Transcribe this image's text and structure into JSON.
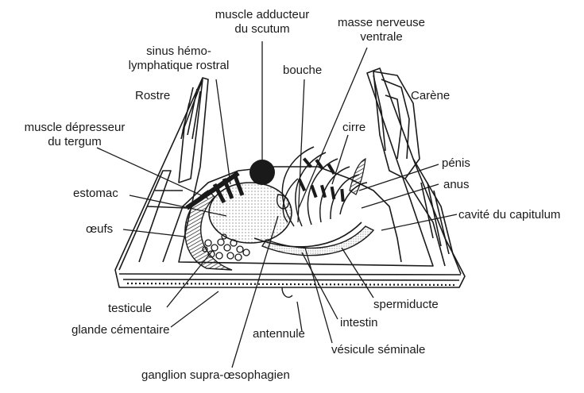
{
  "labels": {
    "muscle_adducteur": [
      "muscle adducteur",
      "du scutum"
    ],
    "masse_nerveuse": [
      "masse nerveuse",
      "ventrale"
    ],
    "sinus": [
      "sinus hémo-",
      "lymphatique rostral"
    ],
    "bouche": "bouche",
    "rostre": "Rostre",
    "carene": "Carène",
    "muscle_depresseur": [
      "muscle dépresseur",
      "du tergum"
    ],
    "cirre": "cirre",
    "penis": "pénis",
    "anus": "anus",
    "estomac": "estomac",
    "cavite": "cavité du capitulum",
    "oeufs": "œufs",
    "spermiducte": "spermiducte",
    "testicule": "testicule",
    "intestin": "intestin",
    "glande": "glande cémentaire",
    "antennule": "antennule",
    "vesicule": "vésicule séminale",
    "ganglion": "ganglion supra-œsophagien"
  },
  "colors": {
    "ink": "#1a1a1a",
    "paper": "#ffffff"
  }
}
